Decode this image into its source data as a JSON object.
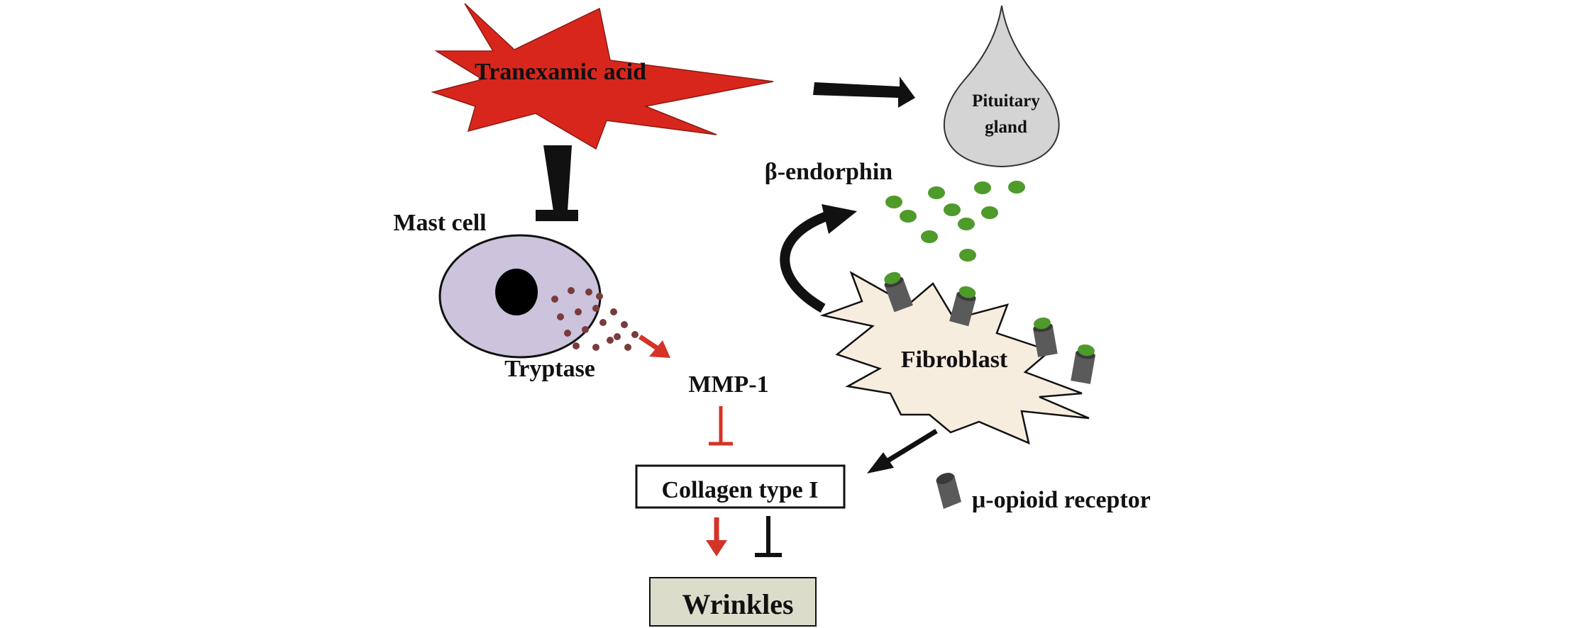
{
  "labels": {
    "tranexamic_acid": "Tranexamic acid",
    "pituitary_line1": "Pituitary",
    "pituitary_line2": "gland",
    "beta_endorphin": "β-endorphin",
    "mast_cell": "Mast cell",
    "tryptase": "Tryptase",
    "mmp1": "MMP-1",
    "fibroblast": "Fibroblast",
    "collagen": "Collagen type I",
    "wrinkles": "Wrinkles",
    "mu_opioid": "μ-opioid receptor"
  },
  "colors": {
    "tranexamic_fill": "#d9261c",
    "mast_cell_fill": "#ccc3dd",
    "pituitary_fill": "#d4d4d4",
    "fibroblast_fill": "#f7eddf",
    "endorphin_dot": "#4e9a2a",
    "tryptase_dot": "#7a3b3b",
    "receptor": "#5a5a5a",
    "red_arrow": "#d43327",
    "wrinkles_fill": "#dcdccb"
  }
}
